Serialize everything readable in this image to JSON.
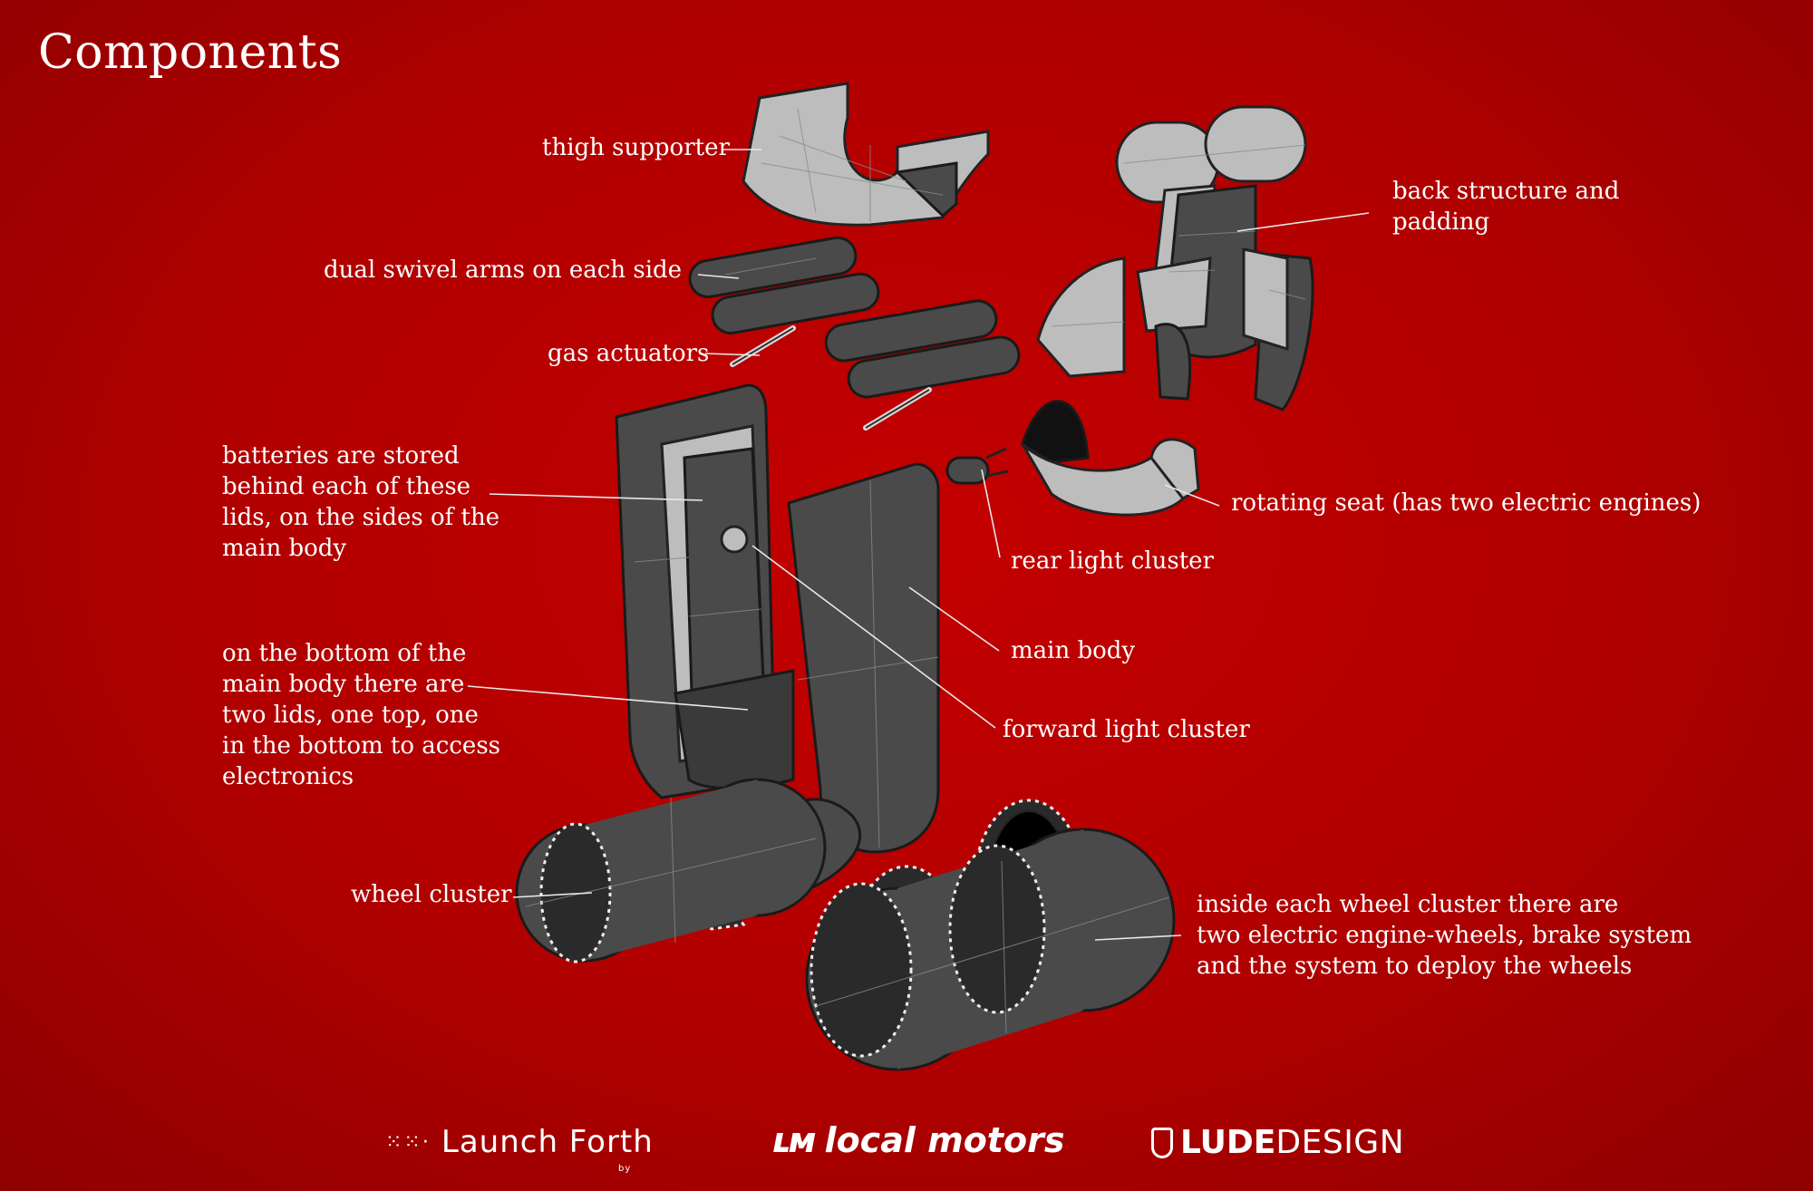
{
  "title": "Components",
  "labels": {
    "thigh_supporter": "thigh supporter",
    "swivel_arms": "dual swivel arms on each side",
    "gas_actuators": "gas actuators",
    "back_structure": [
      "back structure and",
      "padding"
    ],
    "batteries": [
      "batteries are stored",
      "behind each of these",
      "lids, on the sides of the",
      "main body"
    ],
    "rotating_seat": "rotating seat (has two electric engines)",
    "rear_light": "rear light cluster",
    "main_body": "main body",
    "bottom_lids": [
      "on the bottom of the",
      "main body there are",
      "two lids, one top, one",
      "in the bottom to access",
      "electronics"
    ],
    "forward_light": "forward light cluster",
    "wheel_cluster": "wheel cluster",
    "wheel_inside": [
      "inside each wheel cluster there are",
      "two electric engine-wheels, brake system",
      "and the system to deploy the wheels"
    ]
  },
  "logos": {
    "launch_forth": "Launch Forth",
    "launch_forth_by": "by",
    "local_motors": "local motors",
    "lude_bold": "LUDE",
    "lude_thin": "DESIGN"
  },
  "colors": {
    "background": "#b80000",
    "part_dark": "#4a4a4a",
    "part_light": "#bdbdbd",
    "text": "#ffffff"
  }
}
